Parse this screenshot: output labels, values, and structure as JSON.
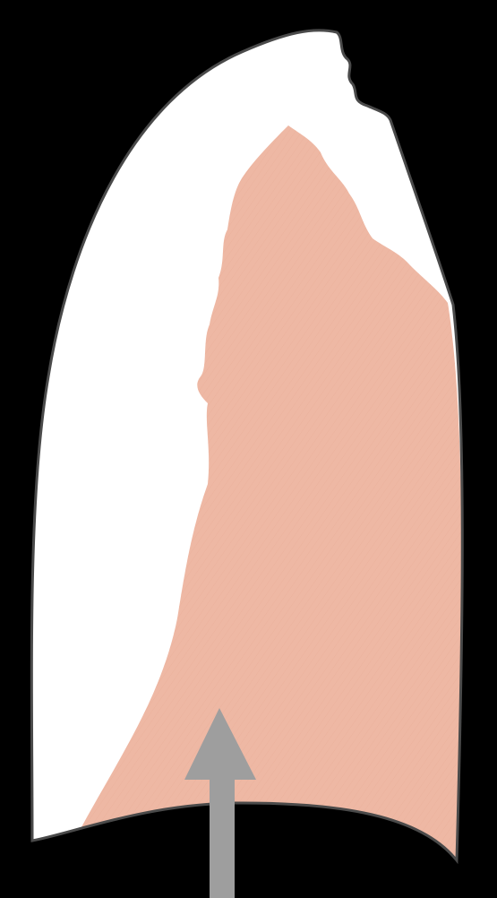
{
  "diagram": {
    "colors": {
      "background": "#000000",
      "outline_fill": "#ffffff",
      "outline_stroke": "#4a4a4a",
      "shaded_region": "#eeb8a4",
      "shaded_texture": "#e6a790",
      "arrow": "#9e9e9e"
    },
    "elements": [
      {
        "name": "lung-outline",
        "shape": "closed outline with notch at apex"
      },
      {
        "name": "shaded-region",
        "shape": "irregular pink area filling lower and posterior portion"
      },
      {
        "name": "arrow",
        "direction": "up"
      }
    ]
  }
}
